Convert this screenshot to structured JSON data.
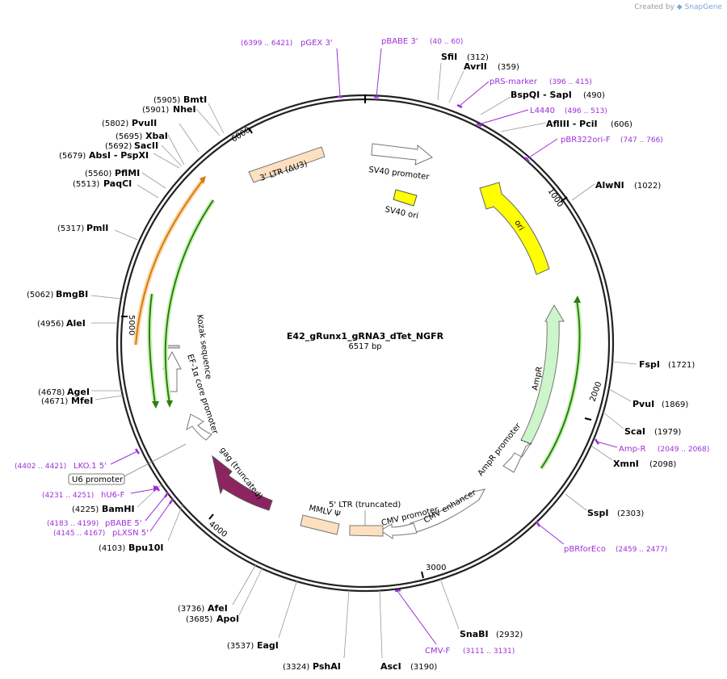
{
  "header": {
    "created_by": "Created by",
    "brand": "SnapGene"
  },
  "map": {
    "name": "E42_gRunx1_gRNA3_dTet_NGFR",
    "length": "6517 bp",
    "ticks": [
      "1000",
      "2000",
      "3000",
      "4000",
      "5000",
      "6000"
    ]
  },
  "sites": [
    {
      "name": "SfiI",
      "pos": "(312)"
    },
    {
      "name": "AvrII",
      "pos": "(359)"
    },
    {
      "name": "BspQI - SapI",
      "pos": "(490)"
    },
    {
      "name": "AflIII - PciI",
      "pos": "(606)"
    },
    {
      "name": "AlwNI",
      "pos": "(1022)"
    },
    {
      "name": "FspI",
      "pos": "(1721)"
    },
    {
      "name": "PvuI",
      "pos": "(1869)"
    },
    {
      "name": "ScaI",
      "pos": "(1979)"
    },
    {
      "name": "XmnI",
      "pos": "(2098)"
    },
    {
      "name": "SspI",
      "pos": "(2303)"
    },
    {
      "name": "SnaBI",
      "pos": "(2932)"
    },
    {
      "name": "AscI",
      "pos": "(3190)"
    },
    {
      "name": "PshAI",
      "pos": "(3324)"
    },
    {
      "name": "EagI",
      "pos": "(3537)"
    },
    {
      "name": "ApoI",
      "pos": "(3685)"
    },
    {
      "name": "AfeI",
      "pos": "(3736)"
    },
    {
      "name": "Bpu10I",
      "pos": "(4103)"
    },
    {
      "name": "BamHI",
      "pos": "(4225)"
    },
    {
      "name": "MfeI",
      "pos": "(4671)"
    },
    {
      "name": "AgeI",
      "pos": "(4678)"
    },
    {
      "name": "AleI",
      "pos": "(4956)"
    },
    {
      "name": "BmgBI",
      "pos": "(5062)"
    },
    {
      "name": "PmlI",
      "pos": "(5317)"
    },
    {
      "name": "PaqCI",
      "pos": "(5513)"
    },
    {
      "name": "PflMI",
      "pos": "(5560)"
    },
    {
      "name": "AbsI - PspXI",
      "pos": "(5679)"
    },
    {
      "name": "SacII",
      "pos": "(5692)"
    },
    {
      "name": "XbaI",
      "pos": "(5695)"
    },
    {
      "name": "PvuII",
      "pos": "(5802)"
    },
    {
      "name": "NheI",
      "pos": "(5901)"
    },
    {
      "name": "BmtI",
      "pos": "(5905)"
    }
  ],
  "primers": [
    {
      "name": "pGEX 3'",
      "range": "(6399 .. 6421)"
    },
    {
      "name": "pBABE 3'",
      "range": "(40 .. 60)"
    },
    {
      "name": "pRS-marker",
      "range": "(396 .. 415)"
    },
    {
      "name": "L4440",
      "range": "(496 .. 513)"
    },
    {
      "name": "pBR322ori-F",
      "range": "(747 .. 766)"
    },
    {
      "name": "Amp-R",
      "range": "(2049 .. 2068)"
    },
    {
      "name": "pBRforEco",
      "range": "(2459 .. 2477)"
    },
    {
      "name": "CMV-F",
      "range": "(3111 .. 3131)"
    },
    {
      "name": "pLXSN 5'",
      "range": "(4145 .. 4167)"
    },
    {
      "name": "pBABE 5'",
      "range": "(4183 .. 4199)"
    },
    {
      "name": "hU6-F",
      "range": "(4231 .. 4251)"
    },
    {
      "name": "LKO.1 5'",
      "range": "(4402 .. 4421)"
    }
  ],
  "features": {
    "sv40_promoter": "SV40 promoter",
    "sv40_ori": "SV40 ori",
    "ori": "ori",
    "ampr": "AmpR",
    "ampr_promoter": "AmpR promoter",
    "cmv_enhancer": "CMV enhancer",
    "cmv_promoter": "CMV promoter",
    "ltr5": "5' LTR (truncated)",
    "mmlv": "MMLV Ψ",
    "gag": "gag (truncated)",
    "ef1a": "EF-1α core promoter",
    "kozak": "Kozak sequence",
    "ltr3": "3' LTR (ΔU3)",
    "u6": "U6 promoter"
  },
  "colors": {
    "backbone": "#222222",
    "primer": "#9b30d9",
    "ori": "#ffff00",
    "ampr": "#ccf5cc",
    "ltr": "#fce0c0",
    "gag": "#8c2460",
    "orf_green": "#2e7d16",
    "orf_orange": "#d97a10"
  }
}
